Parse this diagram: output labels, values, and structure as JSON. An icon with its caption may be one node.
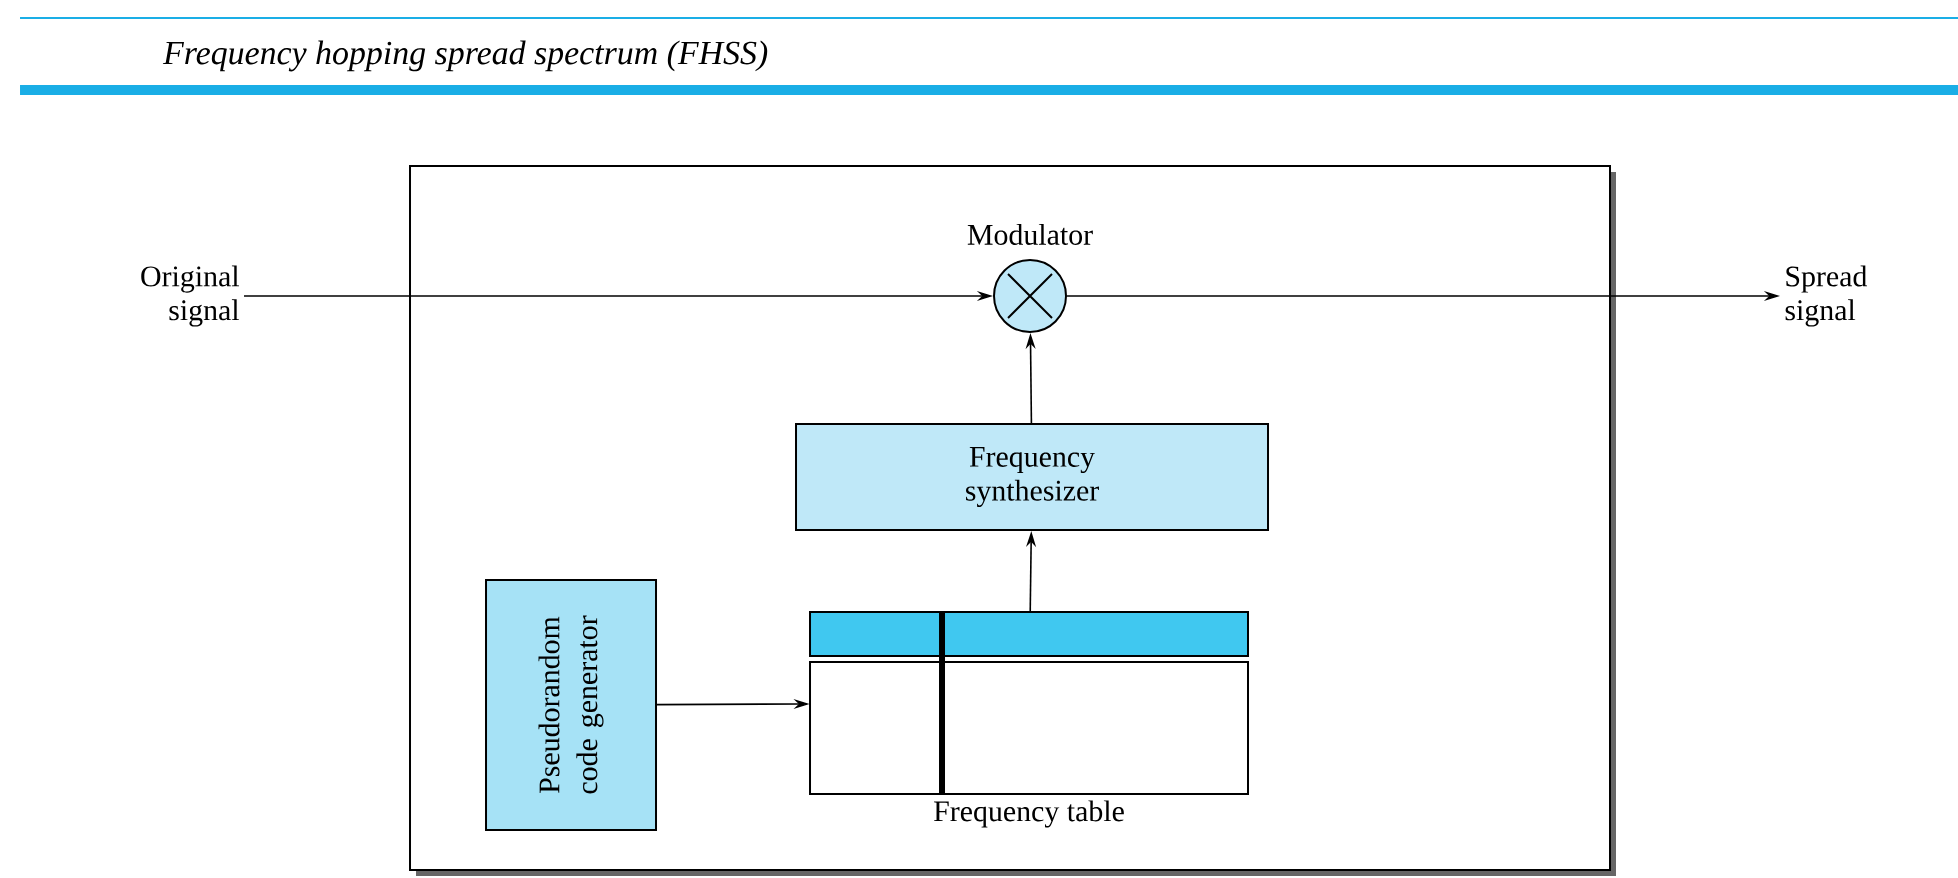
{
  "diagram": {
    "title": "Frequency hopping spread spectrum (FHSS)",
    "nodes": [
      {
        "text": [],
        "shape": "box"
      },
      {
        "text": [
          "Original signal"
        ]
      },
      {
        "text": [
          "Modulator"
        ],
        "in": 0
      },
      {
        "text": [
          "Spread signal"
        ]
      },
      {
        "text": [
          "Frequency synthesizer"
        ],
        "in": 0
      },
      {
        "text": [
          "Pseudorandom code generator"
        ],
        "in": 0
      },
      {
        "text": [
          "Frequency table"
        ],
        "in": 0
      }
    ],
    "edges": [
      {
        "from": 1,
        "to": 2,
        "arrow": "to"
      },
      {
        "from": 2,
        "to": 3,
        "arrow": "to"
      },
      {
        "from": 4,
        "to": 2,
        "arrow": "to"
      },
      {
        "from": 6,
        "to": 4,
        "arrow": "to"
      },
      {
        "from": 5,
        "to": 6,
        "arrow": "to"
      }
    ]
  }
}
